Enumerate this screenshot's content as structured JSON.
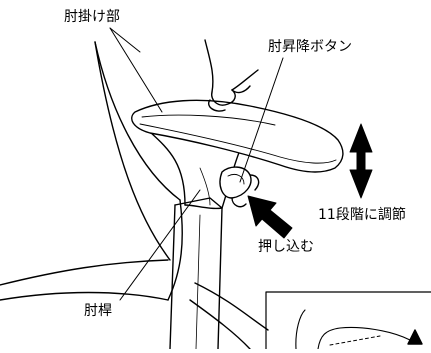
{
  "labels": {
    "armrest_pad": "肘掛け部",
    "height_button": "肘昇降ボタン",
    "adjust_steps": "11段階に調節",
    "push_in": "押し込む",
    "arm_post": "肘桿"
  },
  "colors": {
    "line": "#000000",
    "background": "#ffffff",
    "arrow": "#000000"
  },
  "icons": {
    "vertical_double_arrow": "up-down-arrow-icon",
    "push_arrow": "diagonal-push-arrow-icon",
    "hand": "hand-icon"
  }
}
